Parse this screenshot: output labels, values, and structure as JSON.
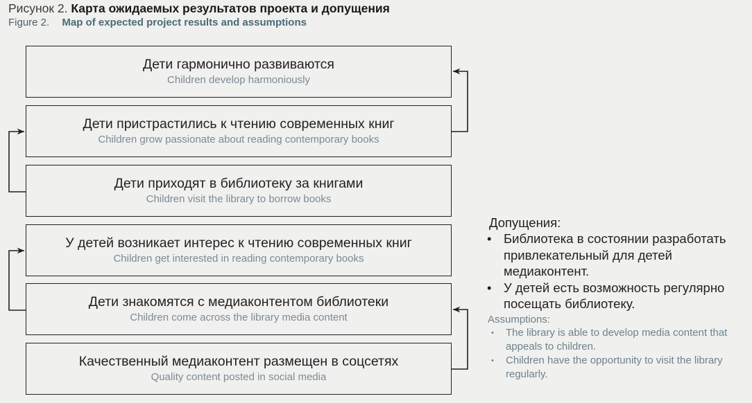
{
  "header": {
    "figure_number_ru": "Рисунок 2.",
    "title_ru": "Карта ожидаемых результатов проекта и допущения",
    "figure_number_en": "Figure 2.",
    "title_en": "Map of expected project results and assumptions"
  },
  "colors": {
    "page_background": "#f0f0ef",
    "box_border": "#231f20",
    "text_primary_ru": "#231f20",
    "text_secondary_en": "#7b8a94",
    "header_accent_en": "#4b6b78",
    "connector": "#231f20"
  },
  "diagram": {
    "type": "results-chain",
    "boxes": [
      {
        "id": "box-1",
        "ru": "Дети гармонично развиваются",
        "en": "Children develop harmoniously"
      },
      {
        "id": "box-2",
        "ru": "Дети пристрастились к чтению современных книг",
        "en": "Children grow passionate about reading contemporary books"
      },
      {
        "id": "box-3",
        "ru": "Дети приходят в библиотеку за книгами",
        "en": "Children visit the library to borrow books"
      },
      {
        "id": "box-4",
        "ru": "У детей возникает интерес к чтению современных книг",
        "en": "Children get interested in reading contemporary books"
      },
      {
        "id": "box-5",
        "ru": "Дети знакомятся с медиаконтентом библиотеки",
        "en": "Children come across the library media content"
      },
      {
        "id": "box-6",
        "ru": "Качественный медиаконтент размещен в соцсетях",
        "en": "Quality content posted in social media"
      }
    ],
    "connectors": [
      {
        "id": "connector-box2-to-box1",
        "from": "box-2",
        "to": "box-1",
        "side": "right"
      },
      {
        "id": "connector-box3-to-box2",
        "from": "box-3",
        "to": "box-2",
        "side": "left"
      },
      {
        "id": "connector-box5-to-box4",
        "from": "box-5",
        "to": "box-4",
        "side": "left"
      },
      {
        "id": "connector-box6-to-box5",
        "from": "box-6",
        "to": "box-5",
        "side": "right"
      }
    ]
  },
  "assumptions": {
    "heading_ru": "Допущения:",
    "bullet_glyph_ru": "•",
    "items_ru": [
      "Библиотека в состоянии разработать привлекательный для детей медиаконтент.",
      "У детей есть возможность регулярно посещать библиотеку."
    ],
    "heading_en": "Assumptions:",
    "bullet_glyph_en": "•",
    "items_en": [
      "The library is able to develop media content that appeals to children.",
      "Children have the opportunity to visit the library regularly."
    ]
  }
}
